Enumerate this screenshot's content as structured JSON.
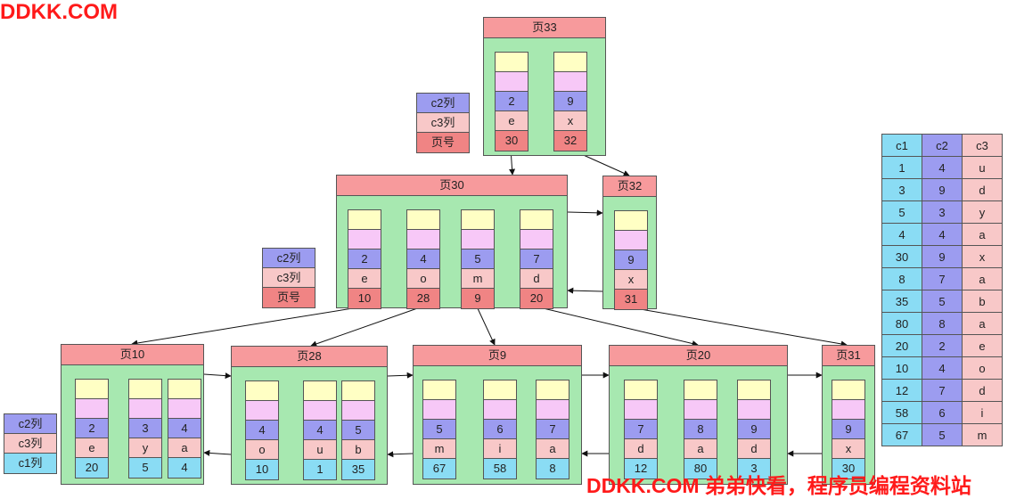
{
  "watermark_top": "DDKK.COM",
  "watermark_bottom": "DDKK.COM 弟弟快看，程序员编程资料站",
  "legends": [
    {
      "id": "root",
      "items": [
        {
          "text": "c2列",
          "color": "b"
        },
        {
          "text": "c3列",
          "color": "s"
        },
        {
          "text": "页号",
          "color": "r"
        }
      ]
    },
    {
      "id": "mid",
      "items": [
        {
          "text": "c2列",
          "color": "b"
        },
        {
          "text": "c3列",
          "color": "s"
        },
        {
          "text": "页号",
          "color": "r"
        }
      ]
    },
    {
      "id": "leaf",
      "items": [
        {
          "text": "c2列",
          "color": "b"
        },
        {
          "text": "c3列",
          "color": "s"
        },
        {
          "text": "c1列",
          "color": "c"
        }
      ]
    }
  ],
  "pages": [
    {
      "id": "p33",
      "title": "页33",
      "kind": "inner",
      "records": [
        {
          "c2": "2",
          "c3": "e",
          "ref": "30"
        },
        {
          "c2": "9",
          "c3": "x",
          "ref": "32"
        }
      ]
    },
    {
      "id": "p30",
      "title": "页30",
      "kind": "inner",
      "records": [
        {
          "c2": "2",
          "c3": "e",
          "ref": "10"
        },
        {
          "c2": "4",
          "c3": "o",
          "ref": "28"
        },
        {
          "c2": "5",
          "c3": "m",
          "ref": "9"
        },
        {
          "c2": "7",
          "c3": "d",
          "ref": "20"
        }
      ]
    },
    {
      "id": "p32",
      "title": "页32",
      "kind": "inner",
      "records": [
        {
          "c2": "9",
          "c3": "x",
          "ref": "31"
        }
      ]
    },
    {
      "id": "p10",
      "title": "页10",
      "kind": "leaf",
      "records": [
        {
          "c2": "2",
          "c3": "e",
          "ref": "20"
        },
        {
          "c2": "3",
          "c3": "y",
          "ref": "5"
        },
        {
          "c2": "4",
          "c3": "a",
          "ref": "4"
        }
      ]
    },
    {
      "id": "p28",
      "title": "页28",
      "kind": "leaf",
      "records": [
        {
          "c2": "4",
          "c3": "o",
          "ref": "10"
        },
        {
          "c2": "4",
          "c3": "u",
          "ref": "1"
        },
        {
          "c2": "5",
          "c3": "b",
          "ref": "35"
        }
      ]
    },
    {
      "id": "p9",
      "title": "页9",
      "kind": "leaf",
      "records": [
        {
          "c2": "5",
          "c3": "m",
          "ref": "67"
        },
        {
          "c2": "6",
          "c3": "i",
          "ref": "58"
        },
        {
          "c2": "7",
          "c3": "a",
          "ref": "8"
        }
      ]
    },
    {
      "id": "p20",
      "title": "页20",
      "kind": "leaf",
      "records": [
        {
          "c2": "7",
          "c3": "d",
          "ref": "12"
        },
        {
          "c2": "8",
          "c3": "a",
          "ref": "80"
        },
        {
          "c2": "9",
          "c3": "d",
          "ref": "3"
        }
      ]
    },
    {
      "id": "p31",
      "title": "页31",
      "kind": "leaf",
      "records": [
        {
          "c2": "9",
          "c3": "x",
          "ref": "30"
        }
      ]
    }
  ],
  "table": {
    "headers": [
      "c1",
      "c2",
      "c3"
    ],
    "rows": [
      [
        "1",
        "4",
        "u"
      ],
      [
        "3",
        "9",
        "d"
      ],
      [
        "5",
        "3",
        "y"
      ],
      [
        "4",
        "4",
        "a"
      ],
      [
        "30",
        "9",
        "x"
      ],
      [
        "8",
        "7",
        "a"
      ],
      [
        "35",
        "5",
        "b"
      ],
      [
        "80",
        "8",
        "a"
      ],
      [
        "20",
        "2",
        "e"
      ],
      [
        "10",
        "4",
        "o"
      ],
      [
        "12",
        "7",
        "d"
      ],
      [
        "58",
        "6",
        "i"
      ],
      [
        "67",
        "5",
        "m"
      ]
    ]
  }
}
